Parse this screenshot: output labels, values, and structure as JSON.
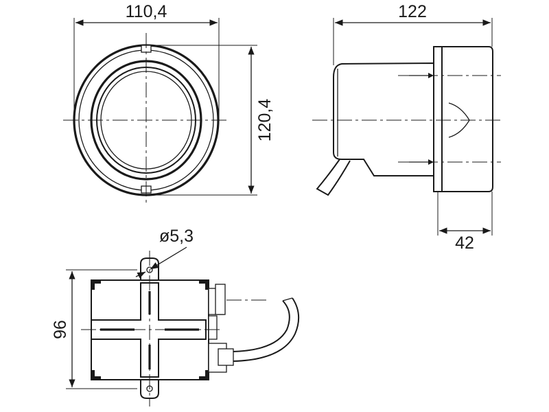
{
  "dimensions": {
    "front_width": "110,4",
    "front_height": "120,4",
    "side_length": "122",
    "side_depth": "42",
    "hole_diameter": "ø5,3",
    "base_height": "96"
  }
}
